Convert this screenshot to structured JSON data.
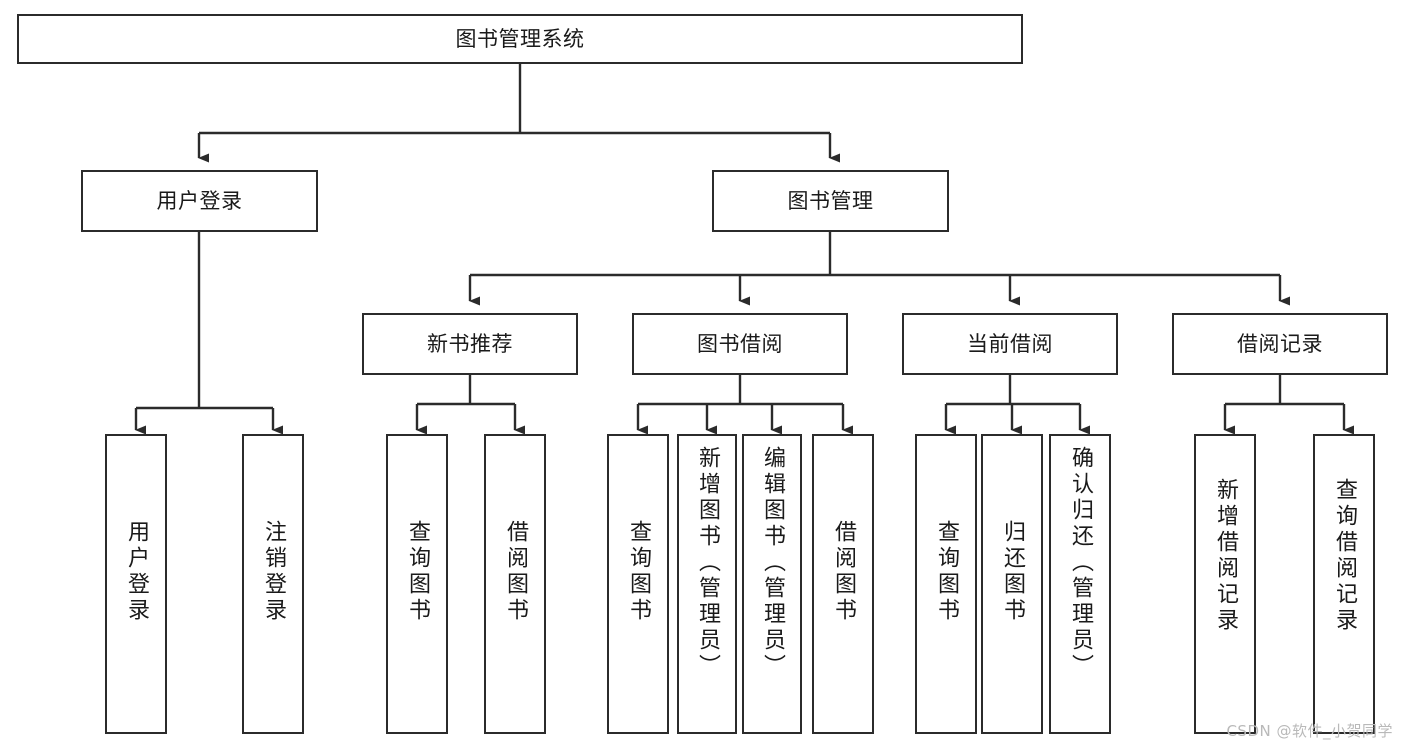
{
  "diagram": {
    "title": "图书管理系统",
    "type": "tree-hierarchy-diagram",
    "watermark": "CSDN @软件_小贺同学",
    "colors": {
      "border": "#2b2b2b",
      "background": "#ffffff",
      "text": "#1a1a1a",
      "edge": "#2b2b2b",
      "watermark": "#b9b9b9"
    },
    "root": {
      "label": "图书管理系统"
    },
    "level1": [
      {
        "label": "用户登录"
      },
      {
        "label": "图书管理"
      }
    ],
    "level2": [
      {
        "label": "新书推荐"
      },
      {
        "label": "图书借阅"
      },
      {
        "label": "当前借阅"
      },
      {
        "label": "借阅记录"
      }
    ],
    "leaves": {
      "user_login": [
        {
          "label": "用户登录"
        },
        {
          "label": "注销登录"
        }
      ],
      "new_book_recommend": [
        {
          "label": "查询图书"
        },
        {
          "label": "借阅图书"
        }
      ],
      "book_borrow": [
        {
          "label": "查询图书"
        },
        {
          "label": "新增图书（管理员）"
        },
        {
          "label": "编辑图书（管理员）"
        },
        {
          "label": "借阅图书"
        }
      ],
      "current_borrow": [
        {
          "label": "查询图书"
        },
        {
          "label": "归还图书"
        },
        {
          "label": "确认归还（管理员）"
        }
      ],
      "borrow_records": [
        {
          "label": "新增借阅记录"
        },
        {
          "label": "查询借阅记录"
        }
      ]
    }
  }
}
